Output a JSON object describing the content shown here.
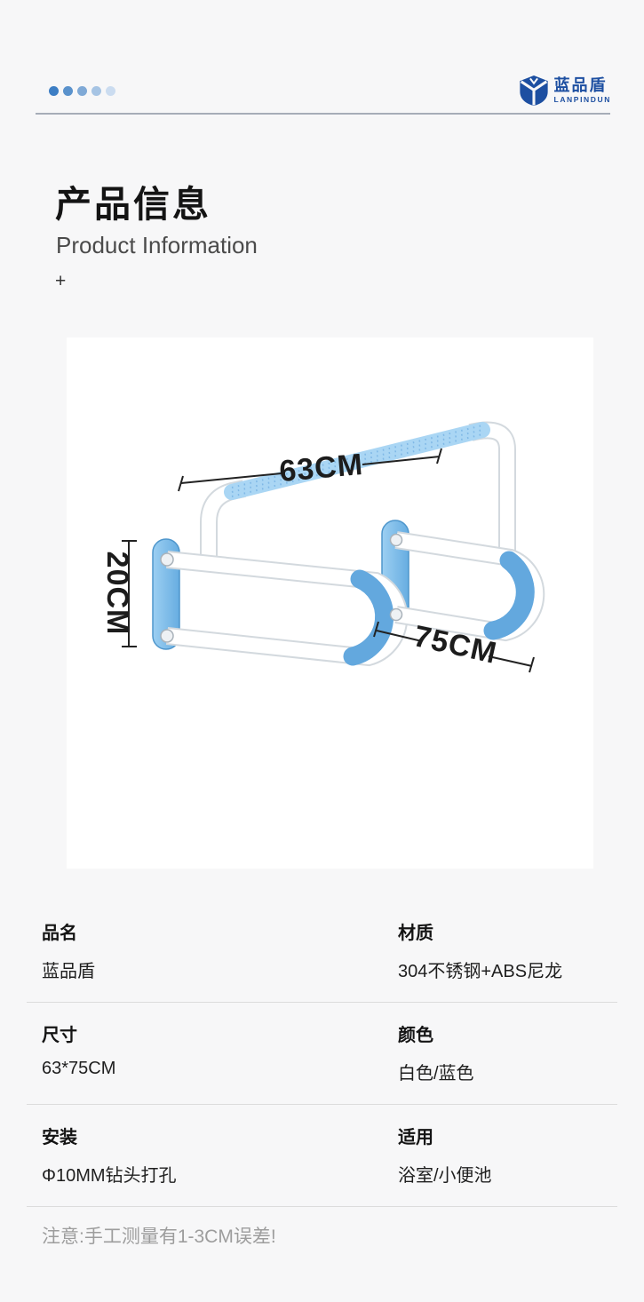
{
  "brand": {
    "name_cn": "蓝品盾",
    "name_en": "LANPINDUN"
  },
  "section_header": {
    "title_cn": "产品信息",
    "title_en": "Product Information",
    "plus_mark": "+"
  },
  "figure": {
    "dim_top": "63CM",
    "dim_left": "20CM",
    "dim_bottom": "75CM"
  },
  "specs": {
    "rows": [
      {
        "left": {
          "label": "品名",
          "value": "蓝品盾"
        },
        "right": {
          "label": "材质",
          "value": "304不锈钢+ABS尼龙"
        }
      },
      {
        "left": {
          "label": "尺寸",
          "value": "63*75CM"
        },
        "right": {
          "label": "颜色",
          "value": "白色/蓝色"
        }
      },
      {
        "left": {
          "label": "安装",
          "value": "Φ10MM钻头打孔"
        },
        "right": {
          "label": "适用",
          "value": "浴室/小便池"
        }
      }
    ],
    "note": "注意:手工测量有1-3CM误差!"
  },
  "colors": {
    "brand_blue": "#1d4fa1",
    "page_bg": "#f7f7f8",
    "product_blue": "#63a8de",
    "product_blue_light": "#aad6f4",
    "divider_gray": "#dcdcdc",
    "note_gray": "#9d9d9d",
    "progress_dots": [
      "#3d7ec4",
      "#5a92cc",
      "#7fa9d6",
      "#a6c4e4",
      "#cbdcf0"
    ]
  }
}
